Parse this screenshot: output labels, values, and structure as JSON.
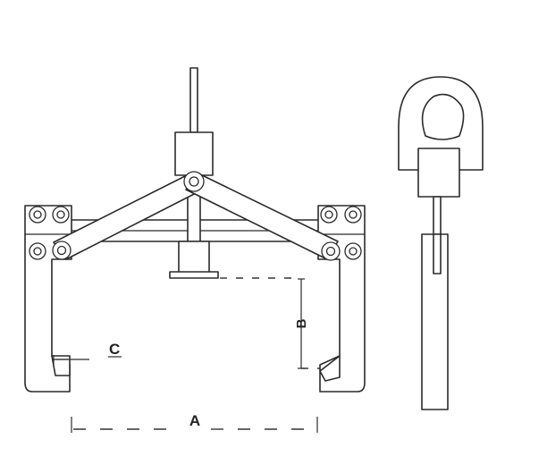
{
  "diagram": {
    "labels": {
      "a": "A",
      "b": "B",
      "c": "C"
    },
    "colors": {
      "stroke": "#2b2b2b",
      "fill": "#ffffff",
      "dash": "#333333"
    }
  }
}
